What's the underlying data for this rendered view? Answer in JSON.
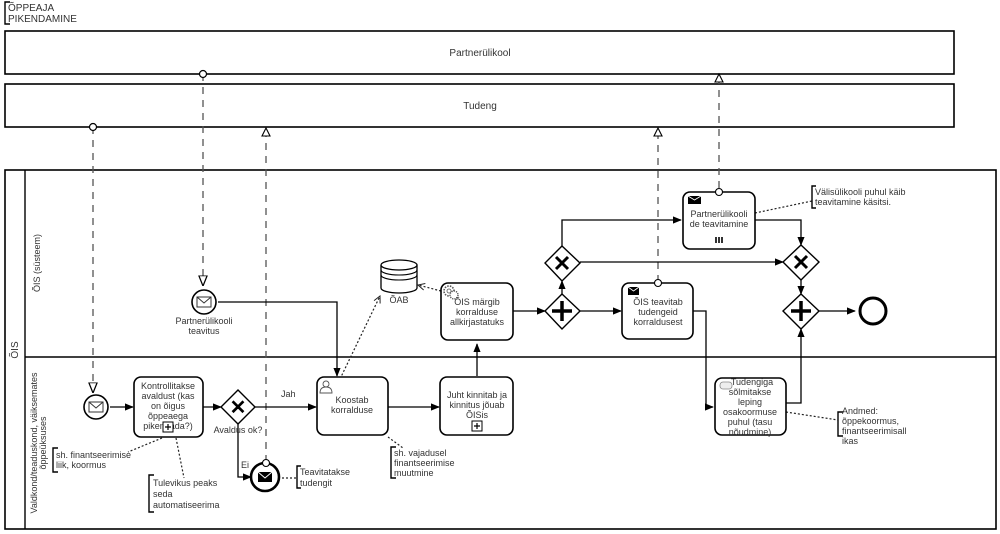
{
  "diagram": {
    "title_line1": "ÕPPEAJA",
    "title_line2": "PIKENDAMINE"
  },
  "pools": {
    "partner": {
      "label": "Partnerülikool"
    },
    "student": {
      "label": "Tudeng"
    },
    "ois": {
      "label": "ÕIS",
      "lanes": {
        "system": {
          "label": "ÕIS (süsteem)"
        },
        "faculty": {
          "label_line1": "Valdkond/teaduskond, väiksemates",
          "label_line2": "õppeüksuses"
        }
      }
    }
  },
  "events": {
    "start": {
      "type": "message-start"
    },
    "partner_notice": {
      "label_line1": "Partnerülikooli",
      "label_line2": "teavitus"
    },
    "notify_student": {
      "type": "intermediate-message-throw"
    },
    "end": {
      "type": "end"
    }
  },
  "tasks": {
    "check": {
      "lines": [
        "Kontrollitakse",
        "avaldust (kas",
        "on õigus",
        "õppeaega",
        "pikendada?)"
      ],
      "marker": "subprocess"
    },
    "compose": {
      "lines": [
        "Koostab",
        "korralduse"
      ],
      "marker": "user"
    },
    "approve": {
      "lines": [
        "Juht kinnitab ja",
        "kinnitus jõuab",
        "ÕISis"
      ],
      "marker": "subprocess"
    },
    "mark_signed": {
      "lines": [
        "ÕIS märgib",
        "korralduse",
        "allkirjastatuks"
      ],
      "marker": "service"
    },
    "notify_students": {
      "lines": [
        "ÕIS teavitab",
        "tudengeid",
        "korraldusest"
      ],
      "marker": "send"
    },
    "notify_partner": {
      "lines": [
        "Partnerülikooli",
        "de teavitamine"
      ],
      "marker": "send-multi"
    },
    "contract": {
      "lines": [
        "Tudengiga",
        "sõlmitakse",
        "leping",
        "osakoormuse",
        "puhul (tasu",
        "nõudmine)"
      ],
      "marker": "manual"
    }
  },
  "gateways": {
    "valid": {
      "label": "Avaldus ok?",
      "yes_label": "Jah",
      "no_label": "Ei"
    }
  },
  "data_store": {
    "label": "ÕAB"
  },
  "annotations": {
    "financing": [
      "sh. finantseerimise",
      "liik, koormus"
    ],
    "future": [
      "Tulevikus peaks",
      "seda",
      "automatiseerima"
    ],
    "notify_student_note": [
      "Teavitatakse",
      "tudengit"
    ],
    "financing_change": [
      "sh. vajadusel",
      "finantseerimise",
      "muutmine"
    ],
    "foreign": [
      "Välisülikooli puhul käib",
      "teavitamine käsitsi."
    ],
    "data": [
      "Andmed:",
      "õppekoormus,",
      "finantseerimisall",
      "ikas"
    ]
  }
}
